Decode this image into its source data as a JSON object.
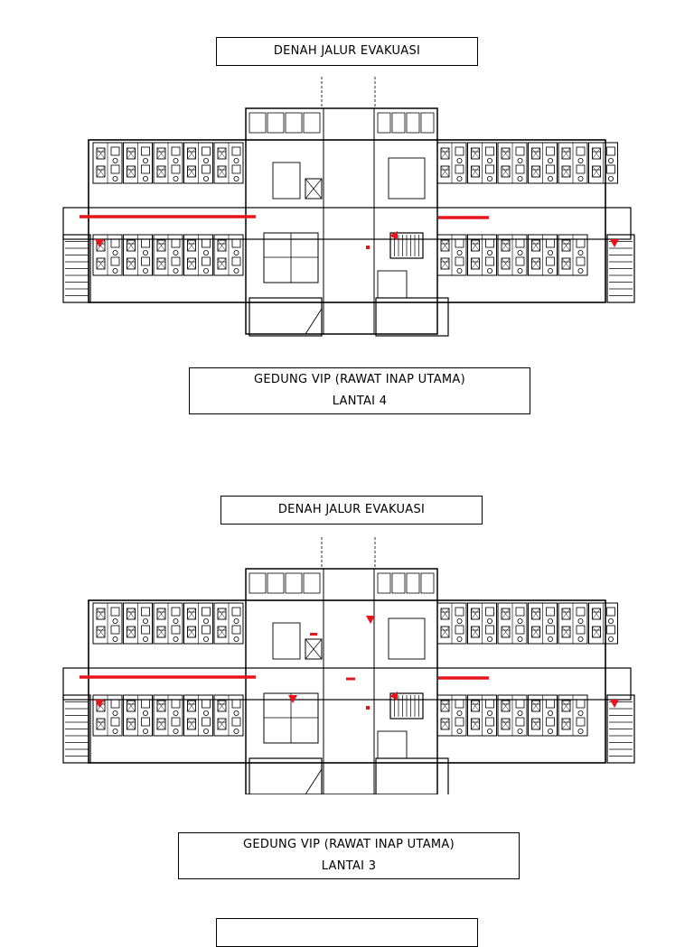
{
  "sections": [
    {
      "header": "DENAH JALUR EVAKUASI",
      "building": "GEDUNG VIP (RAWAT INAP UTAMA)",
      "floor": "LANTAI 4"
    },
    {
      "header": "DENAH JALUR EVAKUASI",
      "building": "GEDUNG VIP (RAWAT INAP UTAMA)",
      "floor": "LANTAI 3"
    }
  ],
  "colors": {
    "line": "#000000",
    "evacuation": "#e8141c"
  },
  "icons": [
    "evacuation-arrow-icon",
    "staircase-icon",
    "elevator-icon"
  ]
}
